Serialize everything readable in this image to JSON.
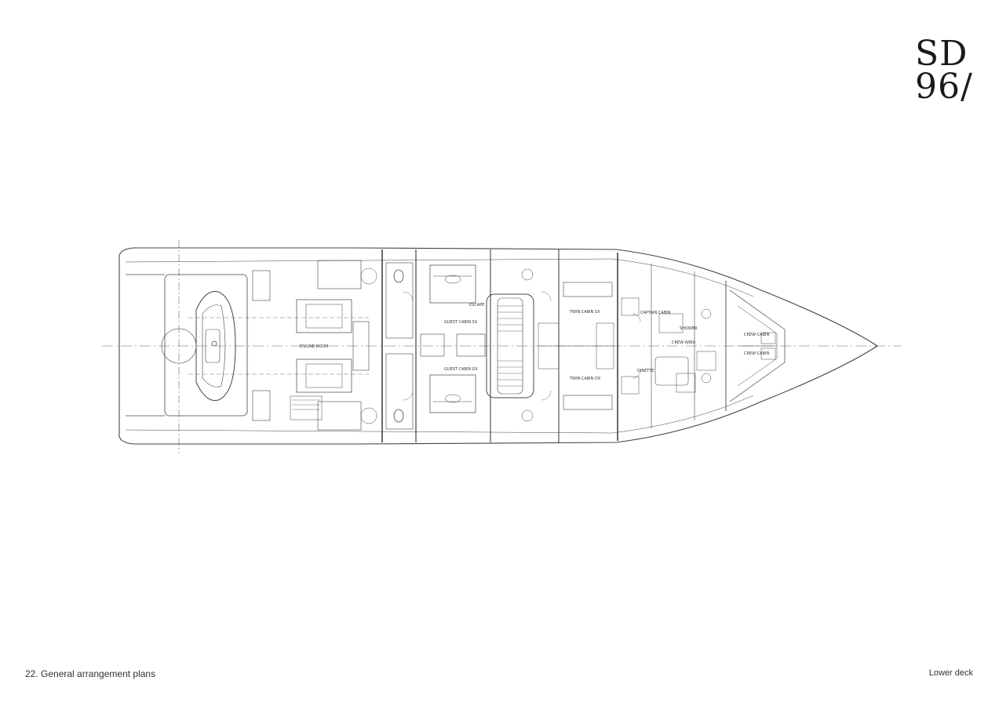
{
  "logo": {
    "line1": "SD",
    "line2": "96/"
  },
  "footer": {
    "page_label": "22.  General arrangement plans",
    "deck_label": "Lower deck"
  },
  "plan": {
    "labels": {
      "engine_room": "ENGINE ROOM",
      "guest_cabin_sx": "GUEST CABIN SX",
      "guest_cabin_dx": "GUEST CABIN DX",
      "twin_cabin_sx": "TWIN CABIN SX",
      "twin_cabin_dx": "TWIN CABIN DX",
      "captain_cabin": "CAPTAIN CABIN",
      "crew_area": "CREW AREA",
      "dinette": "DINETTE",
      "crew_cabin_1": "CREW CABIN",
      "crew_cabin_2": "CREW CABIN",
      "escape": "ESCAPE",
      "shower": "SHOWER"
    }
  }
}
